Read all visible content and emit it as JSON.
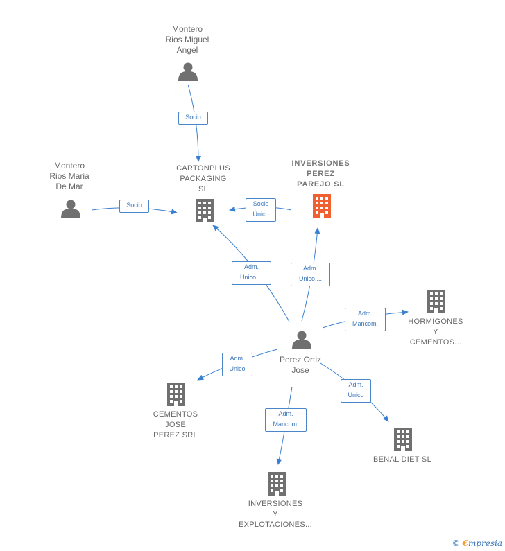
{
  "diagram": {
    "colors": {
      "edge": "#3a80d0",
      "person_icon": "#707070",
      "company_icon": "#707070",
      "focus_company_icon": "#f06030",
      "text": "#666666"
    },
    "nodes": {
      "montero_miguel": {
        "label": "Montero\nRios Miguel\nAngel",
        "icon": "person-icon"
      },
      "montero_maria": {
        "label": "Montero\nRios Maria\nDe Mar",
        "icon": "person-icon"
      },
      "cartonplus": {
        "label": "CARTONPLUS\nPACKAGING\nSL",
        "icon": "building-icon"
      },
      "inversiones_perez": {
        "label": "INVERSIONES\nPEREZ\nPAREJO  SL",
        "icon": "building-icon"
      },
      "hormigones": {
        "label": "HORMIGONES\nY\nCEMENTOS...",
        "icon": "building-icon"
      },
      "perez_ortiz": {
        "label": "Perez Ortiz\nJose",
        "icon": "person-icon"
      },
      "cementos_jose": {
        "label": "CEMENTOS\nJOSE\nPEREZ SRL",
        "icon": "building-icon"
      },
      "inversiones_explot": {
        "label": "INVERSIONES\nY\nEXPLOTACIONES...",
        "icon": "building-icon"
      },
      "benal": {
        "label": "BENAL DIET SL",
        "icon": "building-icon"
      }
    },
    "edges": {
      "miguel_cartonplus": {
        "label": "Socio"
      },
      "maria_cartonplus": {
        "label": "Socio"
      },
      "inversiones_cartonplus": {
        "label": "Socio\nÚnico"
      },
      "perez_cartonplus": {
        "label": "Adm.\nUnico,..."
      },
      "perez_inversiones": {
        "label": "Adm.\nUnico,..."
      },
      "perez_hormigones": {
        "label": "Adm.\nMancom."
      },
      "perez_cementos": {
        "label": "Adm.\nUnico"
      },
      "perez_explot": {
        "label": "Adm.\nMancom."
      },
      "perez_benal": {
        "label": "Adm.\nUnico"
      }
    }
  },
  "footer": {
    "copyright_symbol": "©",
    "brand_initial": "€",
    "brand_rest": "mpresia"
  }
}
